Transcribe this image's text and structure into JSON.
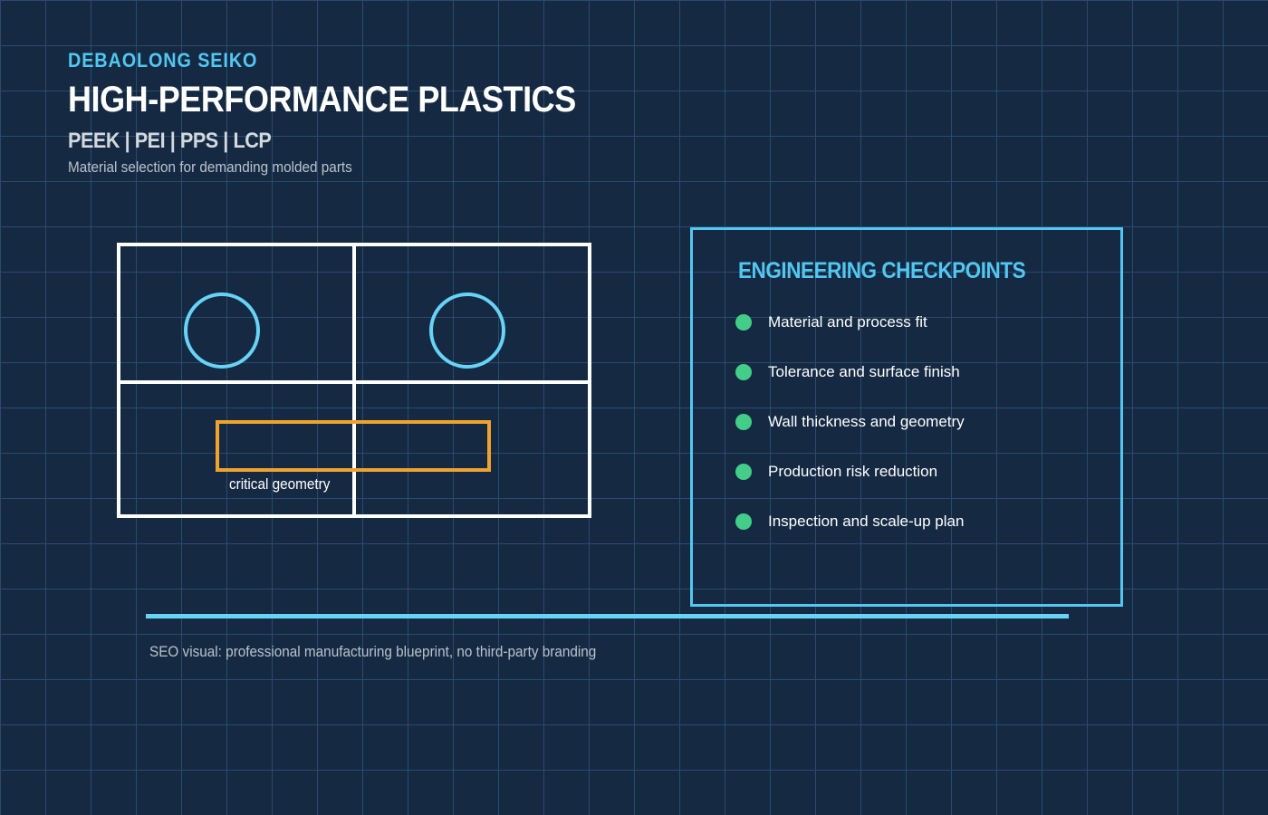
{
  "colors": {
    "bg": "#152a42",
    "grid": "#2b4a6c",
    "accent_cyan": "#52c7f2",
    "light_cyan": "#67d3f6",
    "white": "#ffffff",
    "gray_light": "#d3d9de",
    "gray_mid": "#b9c3cc",
    "orange": "#efa22e",
    "green": "#43cd89"
  },
  "header": {
    "brand": "DEBAOLONG SEIKO",
    "title": "HIGH-PERFORMANCE PLASTICS",
    "materials": "PEEK | PEI | PPS | LCP",
    "subtitle": "Material selection for demanding molded parts"
  },
  "diagram": {
    "description": "quad-cavity mold plan view with two circular bores",
    "highlight_label": "critical geometry"
  },
  "checkpoints": {
    "title": "ENGINEERING CHECKPOINTS",
    "bullet_icon": "filled-circle",
    "items": [
      "Material and process fit",
      "Tolerance and surface finish",
      "Wall thickness and geometry",
      "Production risk reduction",
      "Inspection and scale-up plan"
    ]
  },
  "footer": {
    "caption": "SEO visual: professional manufacturing blueprint, no third-party branding"
  }
}
